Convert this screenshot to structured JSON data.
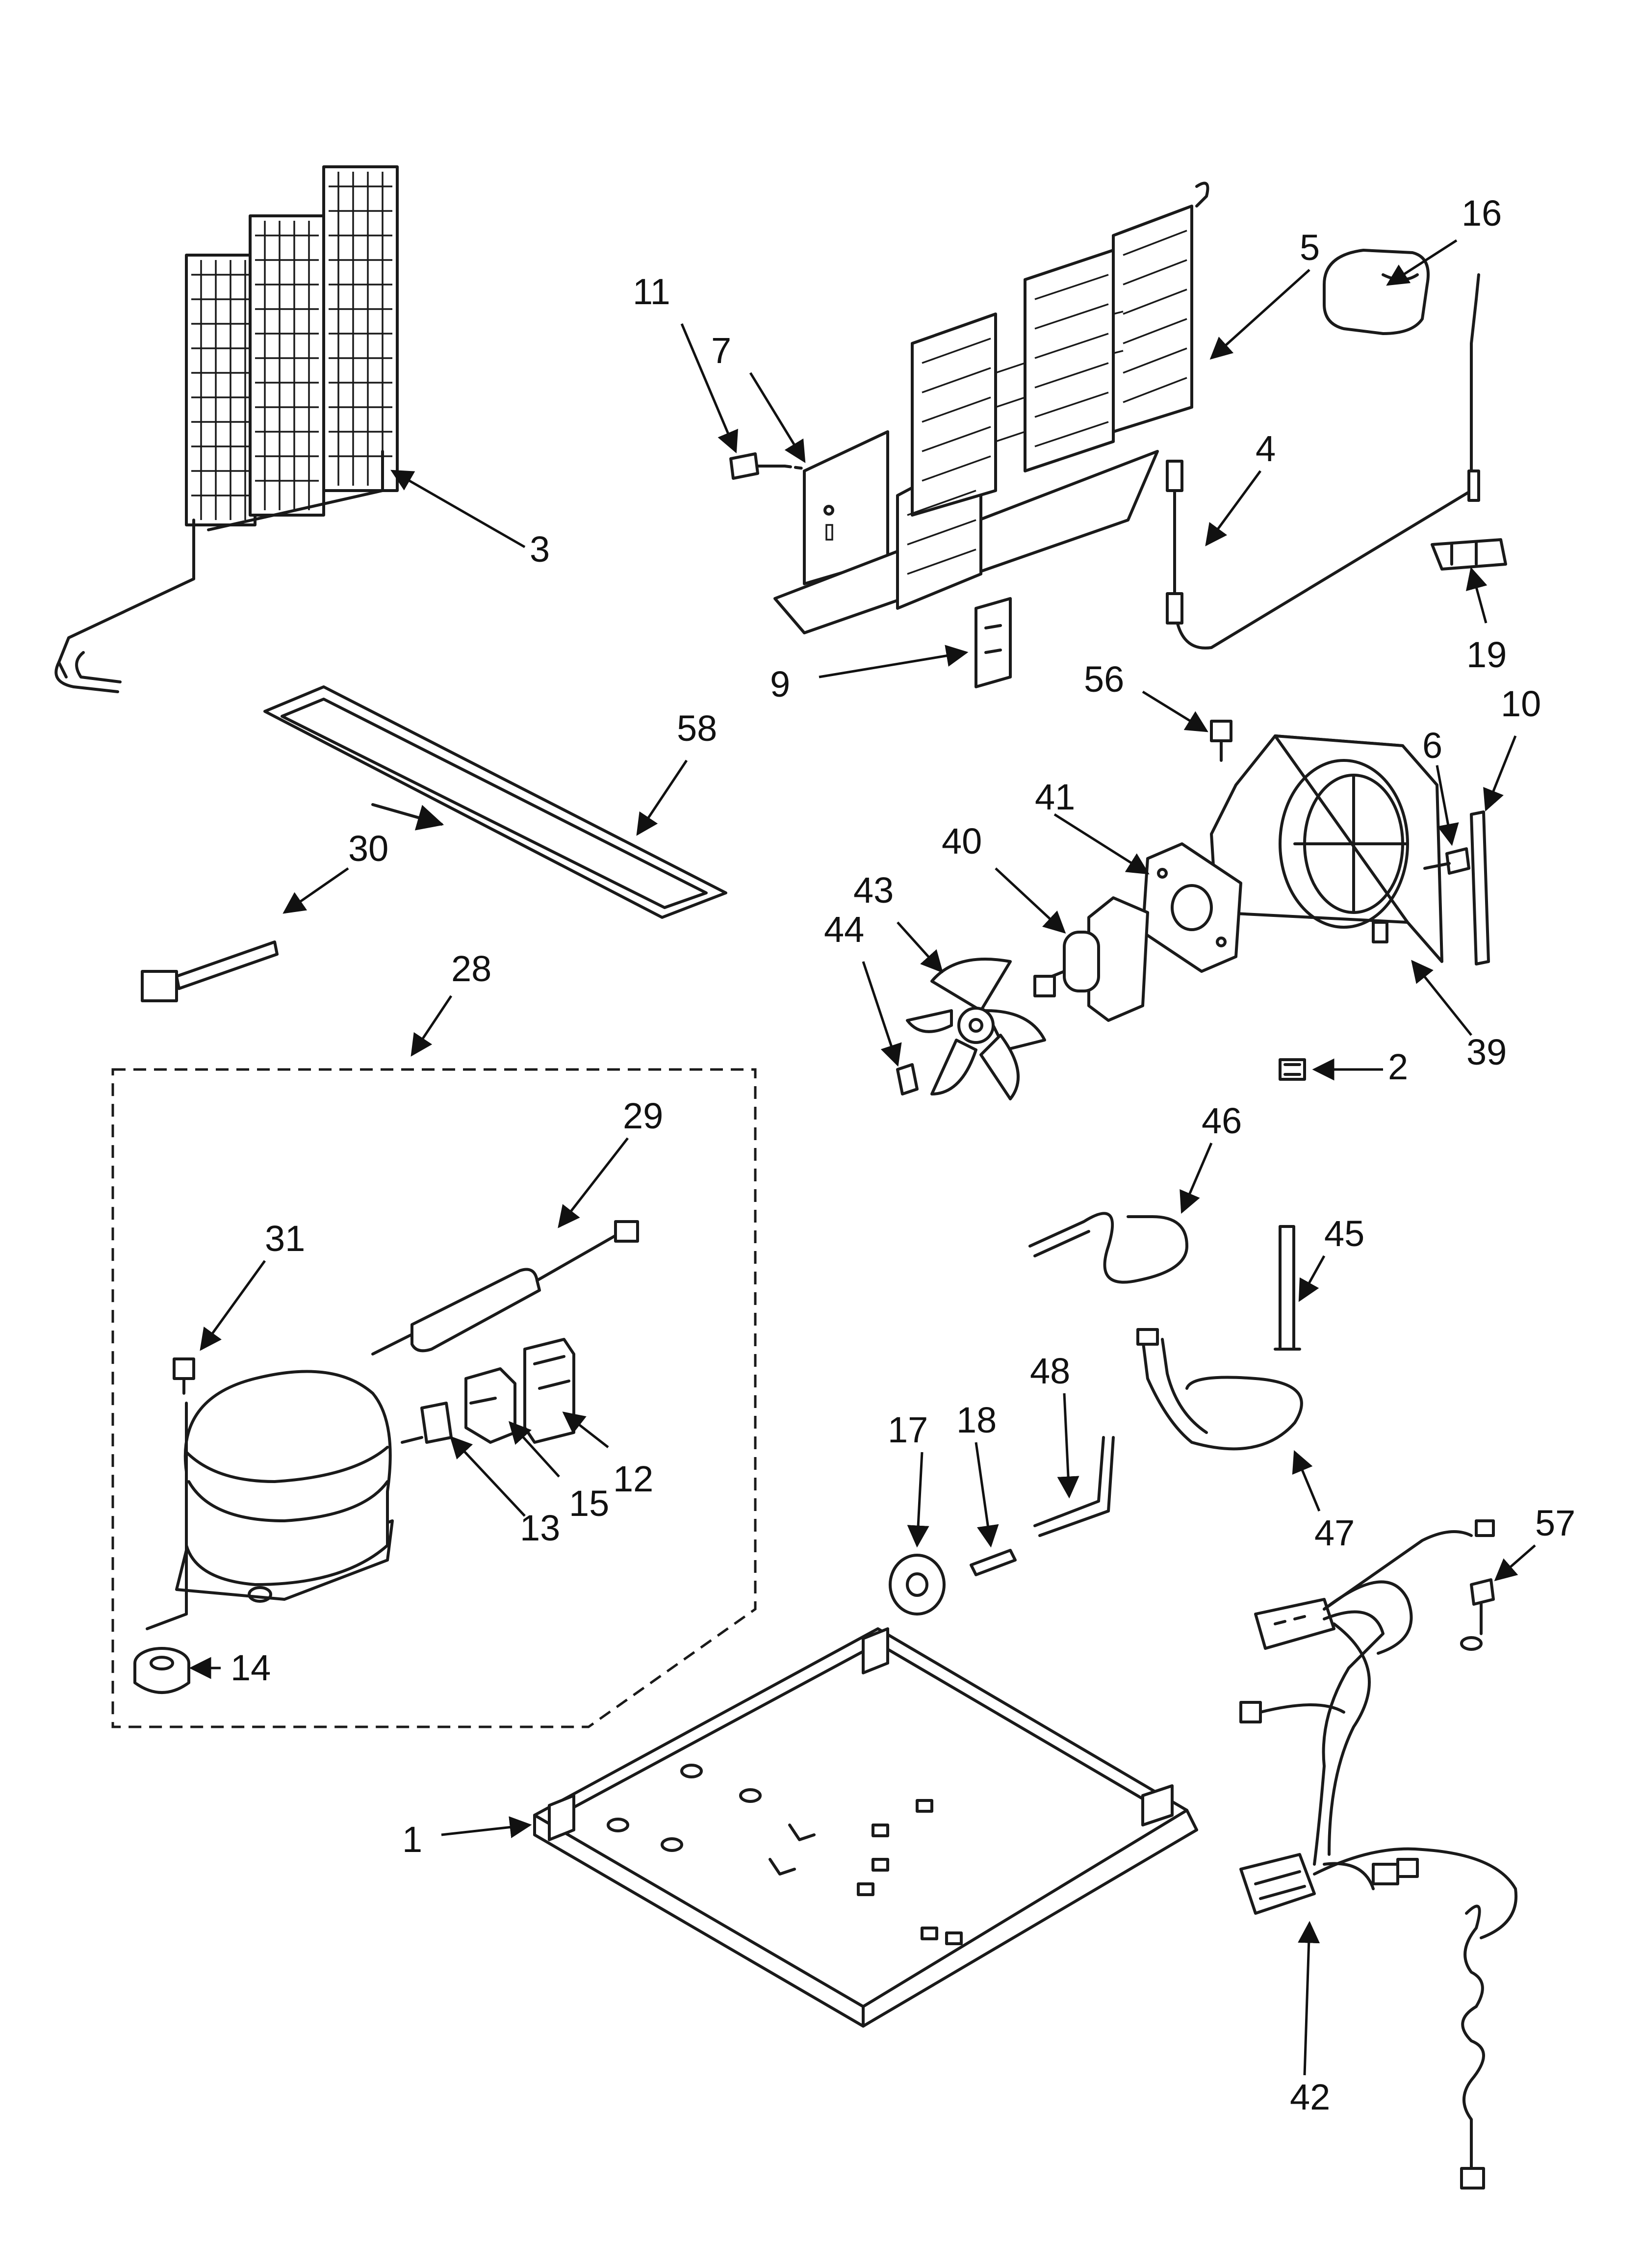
{
  "callouts": [
    {
      "id": "c3",
      "text": "3"
    },
    {
      "id": "c11",
      "text": "11"
    },
    {
      "id": "c7",
      "text": "7"
    },
    {
      "id": "c5",
      "text": "5"
    },
    {
      "id": "c16",
      "text": "16"
    },
    {
      "id": "c4",
      "text": "4"
    },
    {
      "id": "c19",
      "text": "19"
    },
    {
      "id": "c9",
      "text": "9"
    },
    {
      "id": "c58",
      "text": "58"
    },
    {
      "id": "c56",
      "text": "56"
    },
    {
      "id": "c10",
      "text": "10"
    },
    {
      "id": "c6",
      "text": "6"
    },
    {
      "id": "c41",
      "text": "41"
    },
    {
      "id": "c40",
      "text": "40"
    },
    {
      "id": "c43",
      "text": "43"
    },
    {
      "id": "c44",
      "text": "44"
    },
    {
      "id": "c39",
      "text": "39"
    },
    {
      "id": "c2",
      "text": "2"
    },
    {
      "id": "c30",
      "text": "30"
    },
    {
      "id": "c28",
      "text": "28"
    },
    {
      "id": "c29",
      "text": "29"
    },
    {
      "id": "c31",
      "text": "31"
    },
    {
      "id": "c12",
      "text": "12"
    },
    {
      "id": "c15",
      "text": "15"
    },
    {
      "id": "c13",
      "text": "13"
    },
    {
      "id": "c14",
      "text": "14"
    },
    {
      "id": "c46",
      "text": "46"
    },
    {
      "id": "c45",
      "text": "45"
    },
    {
      "id": "c48",
      "text": "48"
    },
    {
      "id": "c17",
      "text": "17"
    },
    {
      "id": "c18",
      "text": "18"
    },
    {
      "id": "c47",
      "text": "47"
    },
    {
      "id": "c57",
      "text": "57"
    },
    {
      "id": "c1",
      "text": "1"
    },
    {
      "id": "c42",
      "text": "42"
    }
  ]
}
